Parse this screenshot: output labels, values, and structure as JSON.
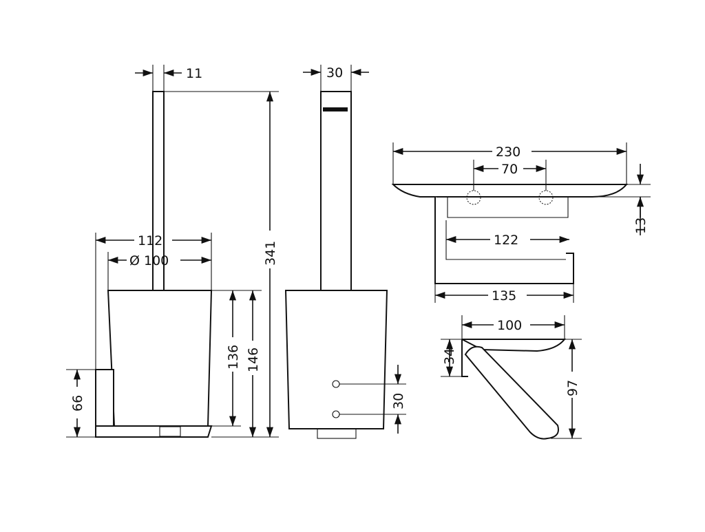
{
  "drawing": {
    "dimensions": {
      "handle_width": "11",
      "handle_depth": "30",
      "overall_width": "112",
      "cup_diameter": "Ø 100",
      "overall_height": "341",
      "cup_height": "136",
      "holder_height": "146",
      "base_height": "66",
      "mount_spacing": "30",
      "shelf_width": "230",
      "hole_spacing": "70",
      "shelf_gap": "13",
      "roll_width": "122",
      "bracket_width": "135",
      "side_shelf_width": "100",
      "shelf_thickness": "34",
      "side_height": "97"
    }
  }
}
